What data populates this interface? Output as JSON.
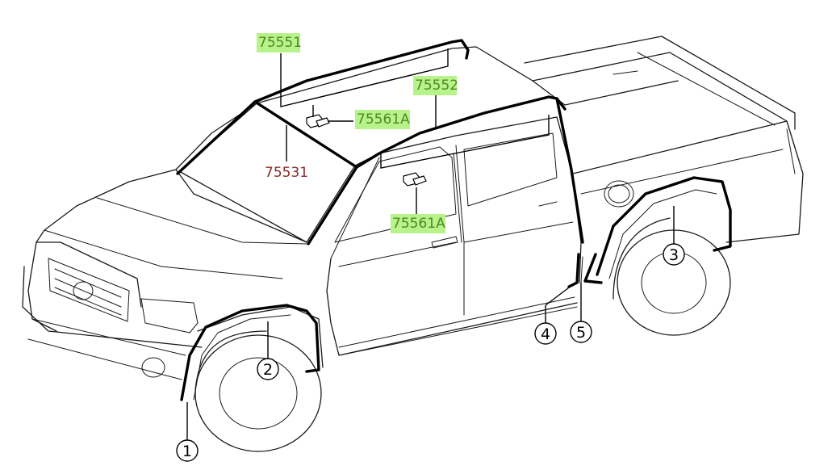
{
  "diagram": {
    "highlight_color": "#b8f28a",
    "linked_text_color": "#4d8a1f",
    "plain_text_color": "#8b2a2a",
    "part_numbers": {
      "roof_drip_left": "75551",
      "roof_drip_right": "75552",
      "clip_upper": "75561A",
      "clip_lower": "75561A",
      "windshield_molding": "75531"
    },
    "callouts": {
      "c1": "1",
      "c2": "2",
      "c3": "3",
      "c4": "4",
      "c5": "5"
    }
  }
}
